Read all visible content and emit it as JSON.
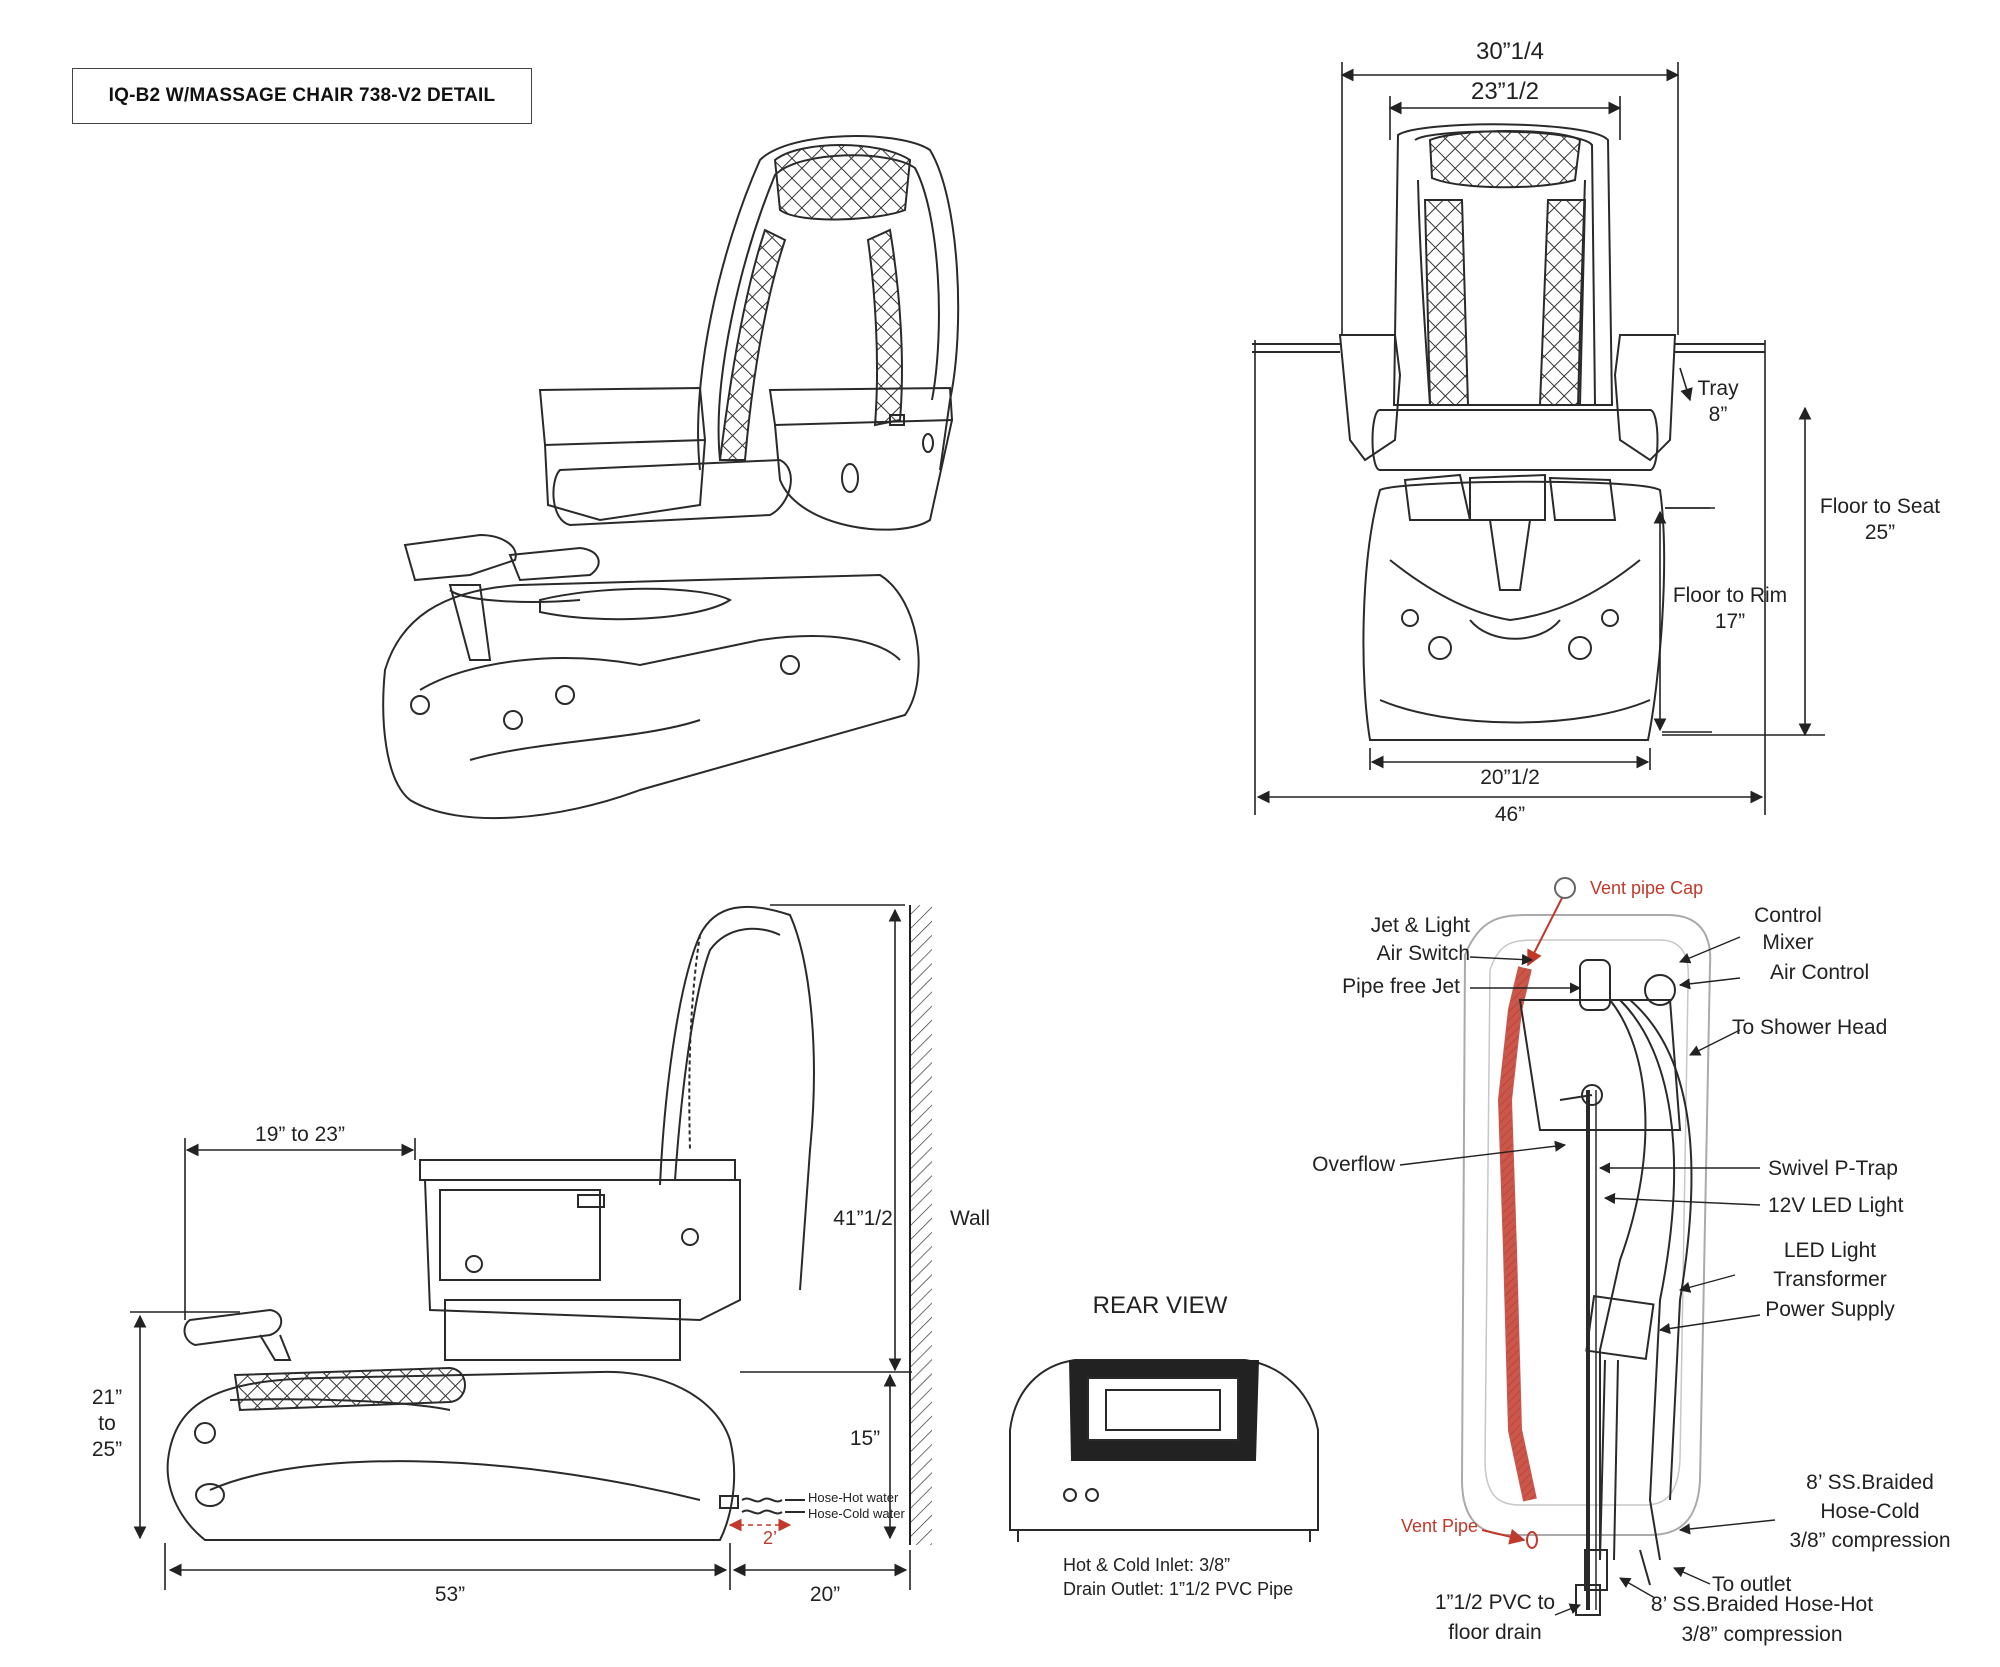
{
  "title": "IQ-B2 W/MASSAGE CHAIR 738-V2 DETAIL",
  "front_view": {
    "overall_width_label": "30”1/4",
    "inner_width_label": "23”1/2",
    "tray_label": "Tray",
    "tray_value": "8”",
    "floor_to_seat_label": "Floor to Seat",
    "floor_to_seat_value": "25”",
    "floor_to_rim_label": "Floor to Rim",
    "floor_to_rim_value": "17”",
    "base_width_label": "20”1/2",
    "total_width_label": "46”"
  },
  "side_view": {
    "footrest_range_label": "19” to 23”",
    "height_label": "41”1/2",
    "wall_label": "Wall",
    "clearance_label": "15”",
    "footrest_height_line1": "21”",
    "footrest_height_line2": "to",
    "footrest_height_line3": "25”",
    "hose_hot_label": "Hose-Hot water",
    "hose_cold_label": "Hose-Cold water",
    "hose_length_label": "2’",
    "length_label": "53”",
    "wall_gap_label": "20”"
  },
  "rear_view": {
    "heading": "REAR VIEW",
    "inlet_note": "Hot & Cold Inlet: 3/8”",
    "drain_note": "Drain Outlet: 1”1/2 PVC Pipe"
  },
  "plumbing": {
    "vent_pipe_cap": "Vent pipe Cap",
    "jet_light_1": "Jet & Light",
    "jet_light_2": "Air Switch",
    "pipe_free_jet": "Pipe free Jet",
    "control_mixer_1": "Control",
    "control_mixer_2": "Mixer",
    "air_control": "Air Control",
    "to_shower_head": "To Shower Head",
    "overflow": "Overflow",
    "swivel_ptrap": "Swivel P-Trap",
    "led_12v": "12V LED Light",
    "transformer_1": "LED Light",
    "transformer_2": "Transformer",
    "transformer_3": "Power Supply",
    "vent_pipe": "Vent Pipe",
    "hose_cold_1": "8’ SS.Braided",
    "hose_cold_2": "Hose-Cold",
    "hose_cold_3": "3/8” compression",
    "to_outlet": "To outlet",
    "pvc_1": "1”1/2 PVC to",
    "pvc_2": "floor drain",
    "hose_hot_1": "8’ SS.Braided Hose-Hot",
    "hose_hot_2": "3/8” compression"
  },
  "colors": {
    "line": "#2a2a2a",
    "accent_red": "#c0392b"
  }
}
